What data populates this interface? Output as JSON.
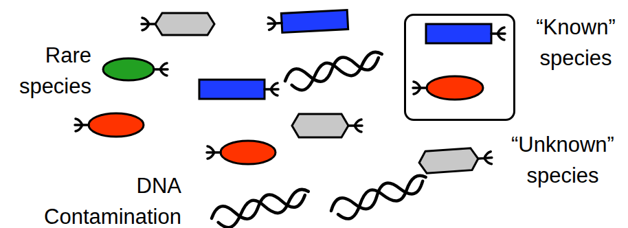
{
  "diagram": {
    "nodes": [
      {
        "text": [
          "“Known” species"
        ]
      }
    ],
    "labels": [
      "Rare species",
      "“Unknown” species",
      "DNA Contamination"
    ]
  }
}
